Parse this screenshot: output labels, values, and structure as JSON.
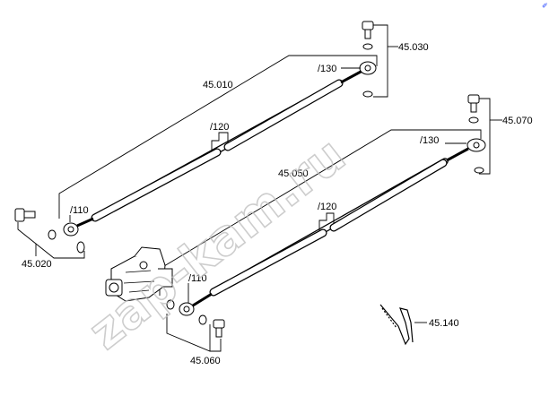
{
  "corner_mark": "✐",
  "labels": {
    "p45030": "45.030",
    "p45070": "45.070",
    "p45010": "45.010",
    "p45050": "45.050",
    "p45020": "45.020",
    "p45060": "45.060",
    "p45140": "45.140",
    "s130_top": "/130",
    "s130_mid": "/130",
    "s120_top": "/120",
    "s120_mid": "/120",
    "s110_left": "/110",
    "s110_low": "/110"
  },
  "watermark": "zap-kam.ru",
  "colors": {
    "line": "#000000",
    "fill": "#ffffff",
    "watermark": "#bdbdbd",
    "corner": "#1a3cff"
  }
}
